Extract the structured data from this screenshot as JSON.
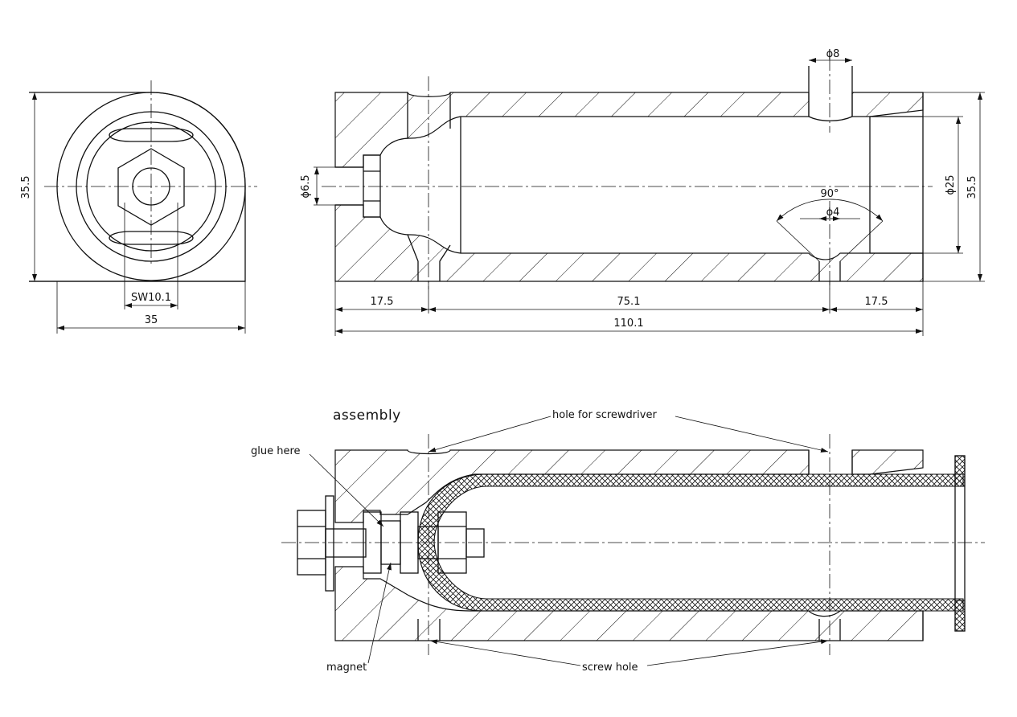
{
  "end_view": {
    "height_label": "35.5",
    "width_label": "35",
    "wrench_size_label": "SW10.1"
  },
  "section_view": {
    "hole_top_label": "ϕ8",
    "left_bore_label": "ϕ6.5",
    "inner_bore_label": "ϕ25",
    "height_label": "35.5",
    "angle_label": "90°",
    "hole_bottom_label": "ϕ4",
    "left_offset_label": "17.5",
    "middle_length_label": "75.1",
    "right_offset_label": "17.5",
    "total_length_label": "110.1"
  },
  "assembly": {
    "title": "assembly",
    "screwdriver_hole_label": "hole for screwdriver",
    "glue_label": "glue here",
    "magnet_label": "magnet",
    "screw_hole_label": "screw hole"
  }
}
